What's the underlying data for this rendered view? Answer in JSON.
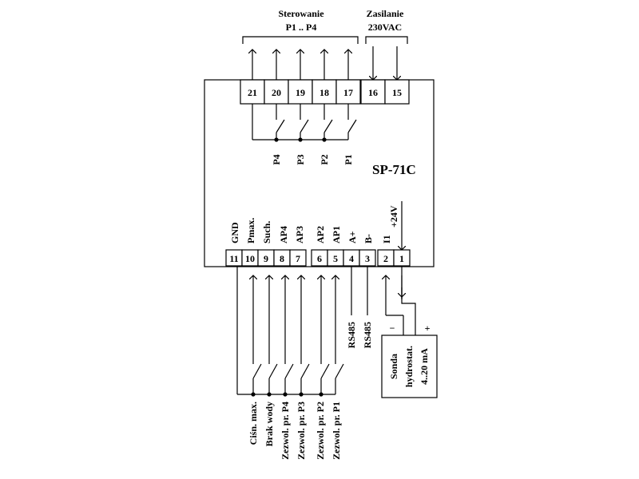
{
  "diagram": {
    "device_name": "SP-71C",
    "top_labels": {
      "sterowanie_title": "Sterowanie",
      "sterowanie_range": "P1 .. P4",
      "zasilanie_title": "Zasilanie",
      "zasilanie_voltage": "230VAC"
    },
    "top_terminals": [
      "21",
      "20",
      "19",
      "18",
      "17",
      "16",
      "15"
    ],
    "relay_labels": [
      "P4",
      "P3",
      "P2",
      "P1"
    ],
    "bottom_terminals": [
      "11",
      "10",
      "9",
      "8",
      "7",
      "6",
      "5",
      "4",
      "3",
      "2",
      "1"
    ],
    "terminal_function_labels": [
      "GND",
      "Pmax.",
      "Such.",
      "AP4",
      "AP3",
      "AP2",
      "AP1",
      "A+",
      "B-",
      "I1",
      "+24V"
    ],
    "bottom_input_labels": [
      "Ciśn. max.",
      "Brak wody",
      "Zezwol. pr. P4",
      "Zezwol. pr. P3",
      "Zezwol. pr. P2",
      "Zezwol. pr. P1"
    ],
    "rs485_labels": [
      "RS485",
      "RS485"
    ],
    "sensor": {
      "line1": "Sonda",
      "line2": "hydrostat.",
      "line3": "4..20 mA",
      "minus": "−",
      "plus": "+"
    }
  }
}
